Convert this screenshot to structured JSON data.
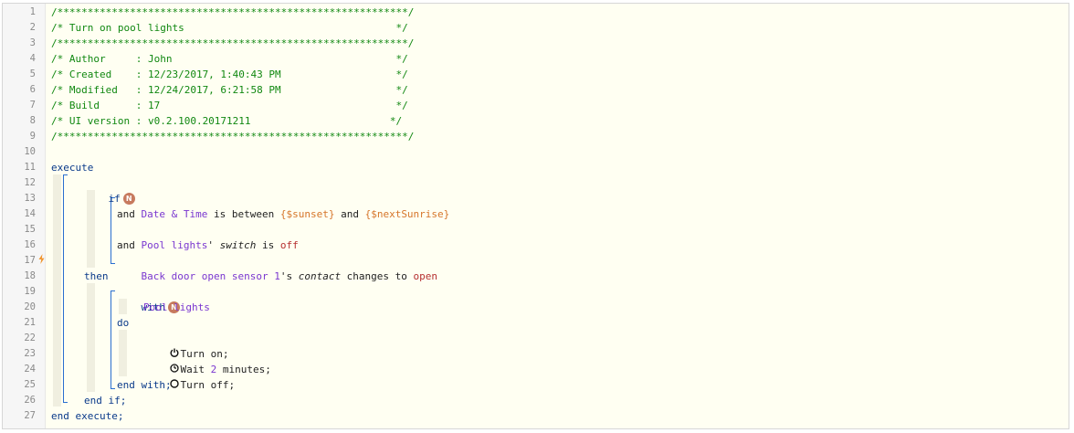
{
  "header": {
    "border": "/**********************************************************/",
    "title_line": "/* Turn on pool lights                                   */",
    "author_line": "/* Author     : John                                     */",
    "created_line": "/* Created    : 12/23/2017, 1:40:43 PM                   */",
    "modified_line": "/* Modified   : 12/24/2017, 6:21:58 PM                   */",
    "build_line": "/* Build      : 17                                       */",
    "uiversion_line": "/* UI version : v0.2.100.20171211                       */"
  },
  "line_numbers": [
    "1",
    "2",
    "3",
    "4",
    "5",
    "6",
    "7",
    "8",
    "9",
    "10",
    "11",
    "12",
    "13",
    "14",
    "15",
    "16",
    "17",
    "18",
    "19",
    "20",
    "21",
    "22",
    "23",
    "24",
    "25",
    "26",
    "27"
  ],
  "code": {
    "execute": "execute",
    "if": "if",
    "badge": "N",
    "cond1_device": "Date & Time",
    "cond1_op": " is between ",
    "cond1_val1": "{$sunset}",
    "cond1_and": " and ",
    "cond1_val2": "{$nextSunrise}",
    "and": "and",
    "cond2_device": "Pool lights",
    "cond2_poss": "' ",
    "cond2_attr": "switch",
    "cond2_op": " is ",
    "cond2_val": "off",
    "cond3_device": "Back door open sensor 1",
    "cond3_poss": "'s ",
    "cond3_attr": "contact",
    "cond3_op": " changes to ",
    "cond3_val": "open",
    "then": "then",
    "with": "with",
    "with_device": "Pool lights",
    "do": "do",
    "task1": "Turn on;",
    "task2_pre": "Wait ",
    "task2_num": "2",
    "task2_post": " minutes;",
    "task3": "Turn off;",
    "end_with": "end with;",
    "end_if": "end if;",
    "end_execute": "end execute;"
  },
  "icons": {
    "trigger": "bolt-icon",
    "task1": "power-icon",
    "task2": "timer-icon",
    "task3": "circle-icon"
  }
}
